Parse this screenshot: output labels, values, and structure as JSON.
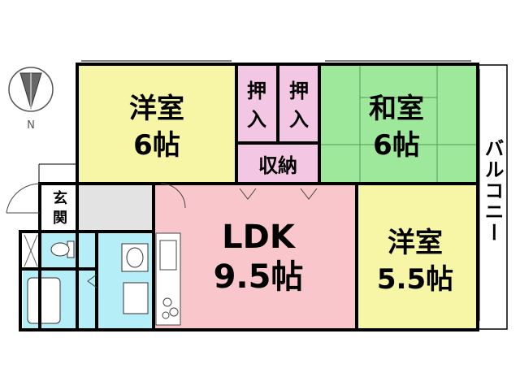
{
  "rooms": {
    "western_6": {
      "name": "洋室",
      "size": "6帖",
      "color": "#f7f6a6"
    },
    "japanese_6": {
      "name": "和室",
      "size": "6帖",
      "color": "#9ee89b"
    },
    "ldk": {
      "name": "LDK",
      "size": "9.5帖",
      "color": "#f9c7cb"
    },
    "western_5_5": {
      "name": "洋室",
      "size": "5.5帖",
      "color": "#f7f6a6"
    }
  },
  "storage": {
    "closet_left": {
      "line1": "押",
      "line2": "入"
    },
    "closet_right": {
      "line1": "押",
      "line2": "入"
    },
    "shunou": "収納",
    "color": "#f3c7e3"
  },
  "entrance": {
    "line1": "玄",
    "line2": "関"
  },
  "balcony": "バルコニー",
  "compass": {
    "north_label": "N"
  },
  "colors": {
    "wall": "#000000",
    "wet_area": "#b5eef6",
    "hallway": "#e3e3e3",
    "balcony": "#ffffff"
  }
}
